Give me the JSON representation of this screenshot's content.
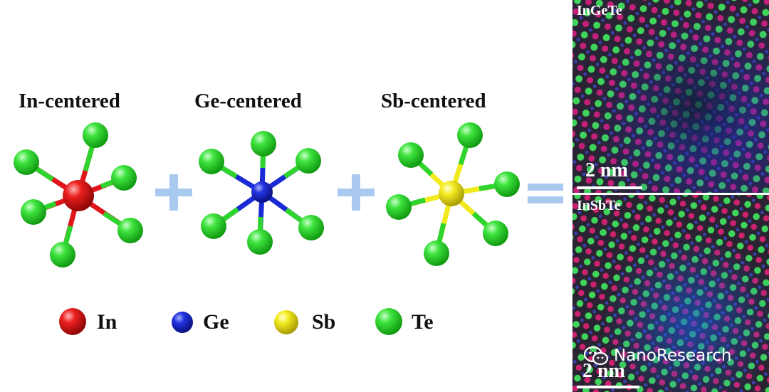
{
  "titles": {
    "in": "In-centered",
    "ge": "Ge-centered",
    "sb": "Sb-centered"
  },
  "legend": [
    {
      "symbol": "In",
      "color": "#e0161c"
    },
    {
      "symbol": "Ge",
      "color": "#1a2bd6"
    },
    {
      "symbol": "Sb",
      "color": "#f2ea1c"
    },
    {
      "symbol": "Te",
      "color": "#2fd42f"
    }
  ],
  "operator_color": "#a9c9ef",
  "micrographs": {
    "top": {
      "label": "InGeTe",
      "scale": "2 nm"
    },
    "bottom": {
      "label": "InSbTe",
      "scale": "2 nm"
    }
  },
  "watermark": "NanoResearch"
}
